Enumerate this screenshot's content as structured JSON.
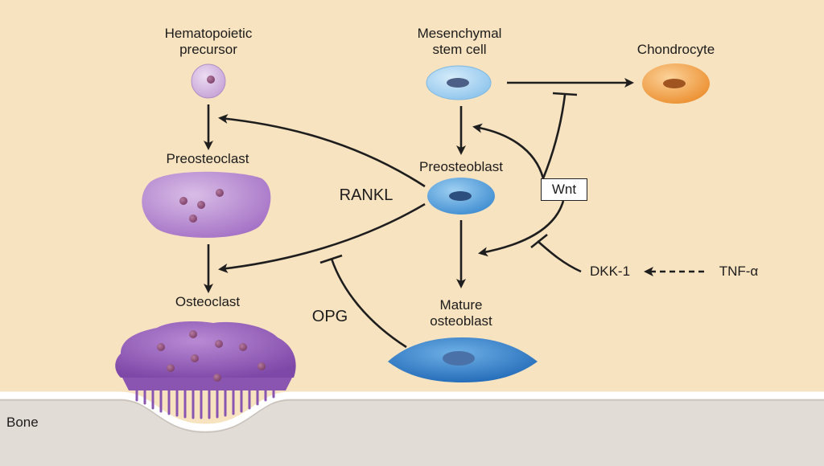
{
  "cells": {
    "hematopoietic": "Hematopoietic\nprecursor",
    "mesenchymal": "Mesenchymal\nstem cell",
    "chondrocyte": "Chondrocyte",
    "preosteoclast": "Preosteoclast",
    "preosteoblast": "Preosteoblast",
    "osteoclast": "Osteoclast",
    "mature_osteoblast": "Mature\nosteoblast"
  },
  "factors": {
    "rankl": "RANKL",
    "opg": "OPG",
    "wnt": "Wnt",
    "dkk1": "DKK-1",
    "tnf": "TNF-α"
  },
  "tissue": {
    "bone": "Bone"
  },
  "colors": {
    "background": "#f7e3c0",
    "bone": "#e2dcd6",
    "osteoclast_lineage": "#a56fc3",
    "osteoblast_lineage": "#4d97d6",
    "chondrocyte": "#ef9a3e",
    "arrow": "#1e1e1e"
  }
}
